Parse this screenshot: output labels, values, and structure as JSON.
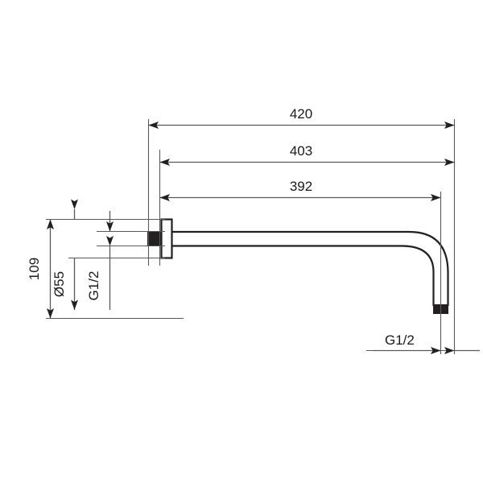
{
  "drawing": {
    "type": "technical-dimension-drawing",
    "subject": "wall-mounted shower arm",
    "background_color": "#ffffff",
    "line_color": "#58595b",
    "outline_color": "#231f20",
    "text_color": "#1a1a1a",
    "dimensions": {
      "overall_length": {
        "label": "420",
        "orientation": "horizontal",
        "arrow_style": "inward"
      },
      "second_length": {
        "label": "403",
        "orientation": "horizontal",
        "arrow_style": "inward"
      },
      "third_length": {
        "label": "392",
        "orientation": "horizontal",
        "arrow_style": "inward"
      },
      "height": {
        "label": "109",
        "orientation": "vertical",
        "arrow_style": "inward"
      },
      "flange_diameter": {
        "label": "Ø55",
        "orientation": "vertical",
        "arrow_style": "outward"
      },
      "inlet_thread": {
        "label": "G1/2",
        "orientation": "vertical",
        "arrow_style": "inward"
      },
      "outlet_thread": {
        "label": "G1/2",
        "orientation": "horizontal",
        "arrow_style": "inward"
      }
    }
  }
}
